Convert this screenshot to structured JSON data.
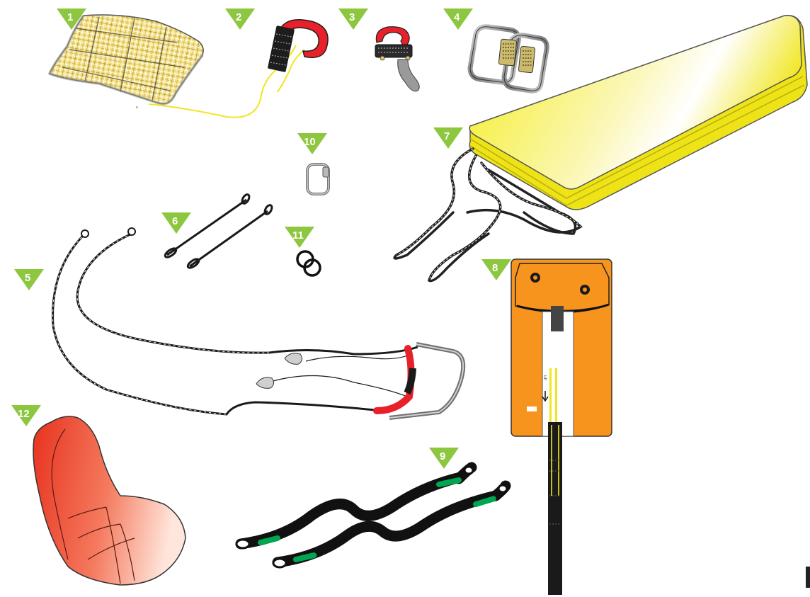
{
  "badges": {
    "b1": "1",
    "b2": "2",
    "b3": "3",
    "b4": "4",
    "b5": "5",
    "b6": "6",
    "b7": "7",
    "b8": "8",
    "b9": "9",
    "b10": "10",
    "b11": "11",
    "b12": "12"
  },
  "colors": {
    "badge": "#8dc63f",
    "red": "#e8202a",
    "orange": "#f7941d",
    "yellow": "#f4ee1a",
    "dark": "#1a1a1a",
    "grey": "#8a8a8a",
    "green": "#00a651"
  },
  "parts": [
    "seat-cushion-mesh",
    "handle-with-cord",
    "small-handle",
    "carabiners",
    "harness-lines",
    "loop-cords",
    "yellow-pad-with-lines",
    "orange-pocket-board",
    "black-straps",
    "quick-link",
    "o-rings",
    "red-seat-back"
  ]
}
